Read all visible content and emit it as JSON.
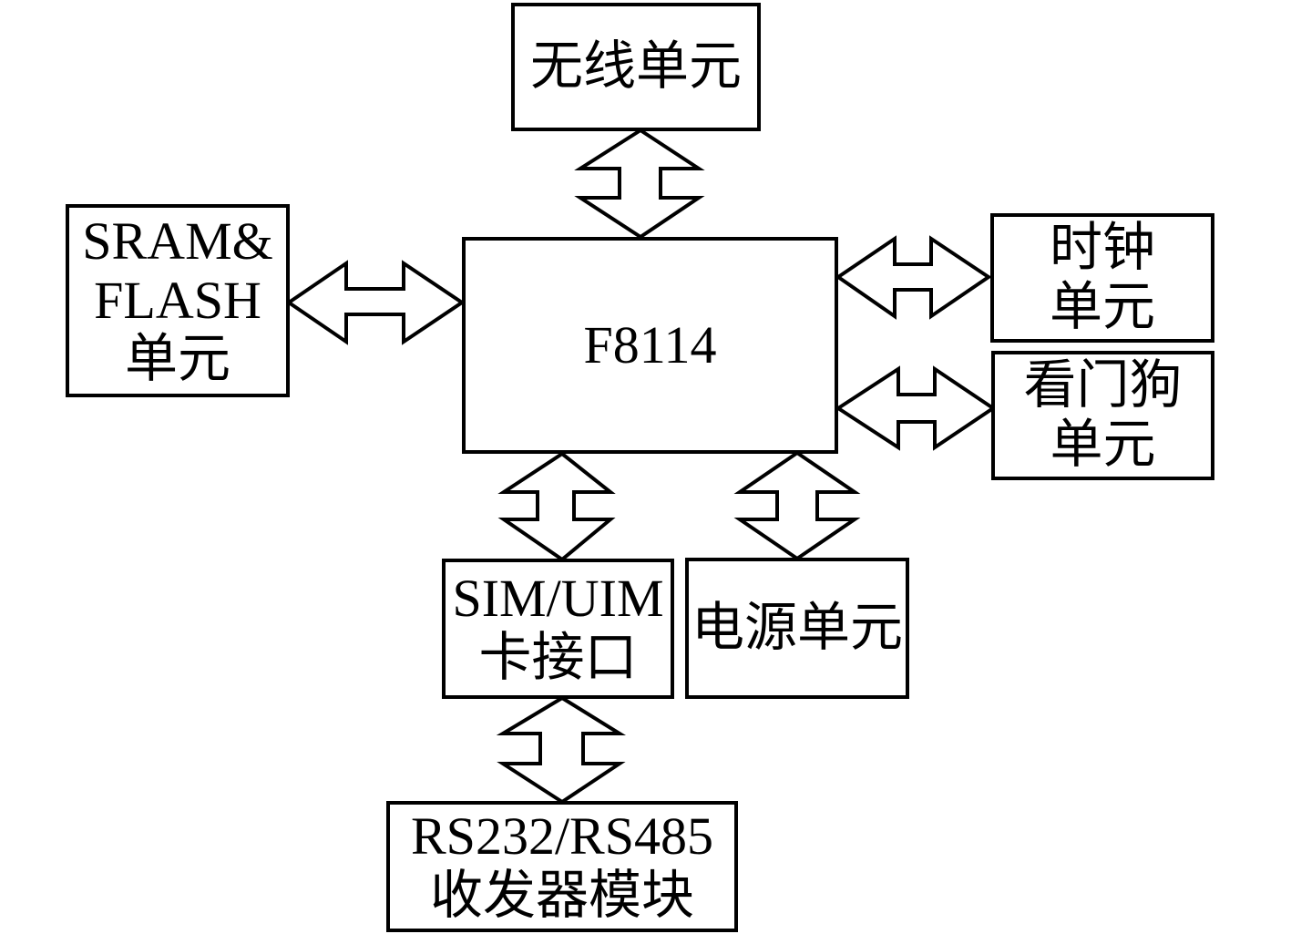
{
  "diagram": {
    "title": "F8114 system block diagram",
    "colors": {
      "stroke": "#000000",
      "fill": "#ffffff",
      "text": "#000000"
    },
    "nodes": [
      {
        "id": "wireless",
        "lines": [
          "无线单元"
        ]
      },
      {
        "id": "memory",
        "lines": [
          "SRAM&",
          "FLASH",
          "单元"
        ]
      },
      {
        "id": "mcu",
        "lines": [
          "F8114"
        ]
      },
      {
        "id": "clock",
        "lines": [
          "时钟",
          "单元"
        ]
      },
      {
        "id": "watchdog",
        "lines": [
          "看门狗",
          "单元"
        ]
      },
      {
        "id": "sim",
        "lines": [
          "SIM/UIM",
          "卡接口"
        ]
      },
      {
        "id": "power",
        "lines": [
          "电源单元"
        ]
      },
      {
        "id": "transceiver",
        "lines": [
          "RS232/RS485",
          "收发器模块"
        ]
      }
    ],
    "edges": [
      {
        "from": "wireless",
        "to": "mcu",
        "type": "bidirectional"
      },
      {
        "from": "memory",
        "to": "mcu",
        "type": "bidirectional"
      },
      {
        "from": "mcu",
        "to": "clock",
        "type": "bidirectional"
      },
      {
        "from": "mcu",
        "to": "watchdog",
        "type": "bidirectional"
      },
      {
        "from": "mcu",
        "to": "sim",
        "type": "bidirectional"
      },
      {
        "from": "mcu",
        "to": "power",
        "type": "bidirectional"
      },
      {
        "from": "sim",
        "to": "transceiver",
        "type": "bidirectional"
      }
    ]
  }
}
